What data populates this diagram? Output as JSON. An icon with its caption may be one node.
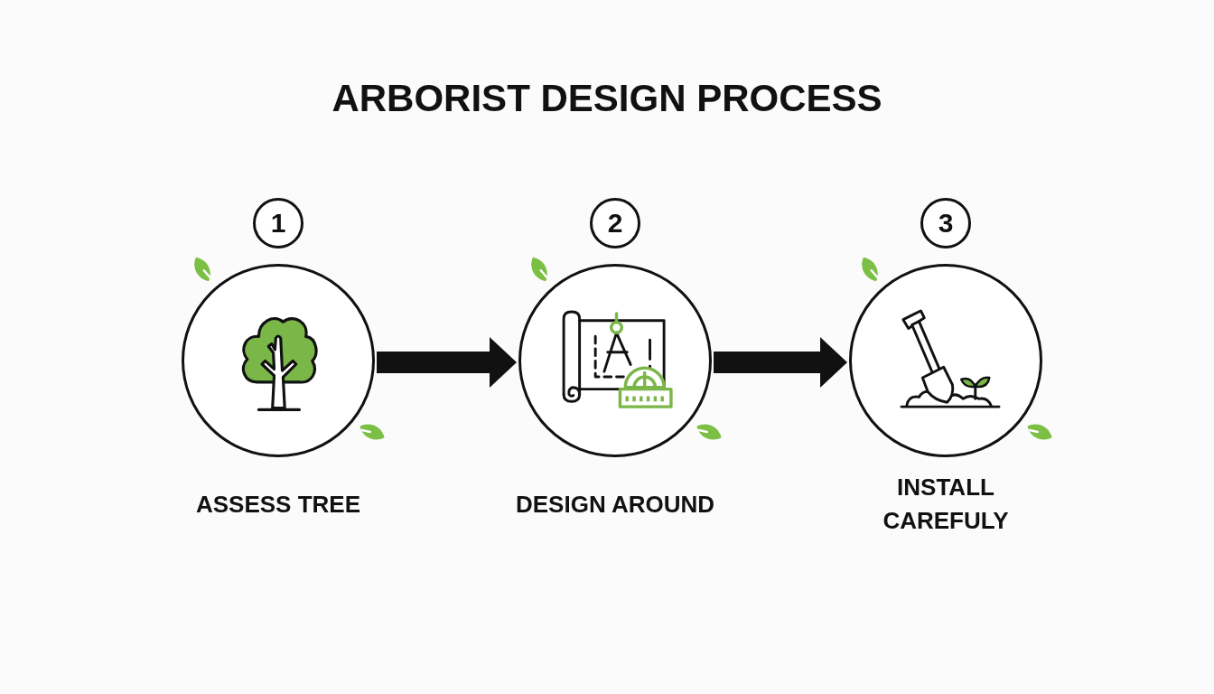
{
  "diagram": {
    "title": "ARBORIST DESIGN PROCESS",
    "nodes": [
      {
        "text": [
          "1"
        ]
      },
      {
        "text": [
          "ASSESS TREE"
        ]
      },
      {
        "text": [
          "2"
        ]
      },
      {
        "text": [
          "DESIGN AROUND"
        ]
      },
      {
        "text": [
          "3"
        ]
      },
      {
        "text": [
          "INSTALL CAREFULY"
        ]
      }
    ],
    "edges": [
      {
        "from": 1,
        "to": 3,
        "arrow": "to"
      },
      {
        "from": 3,
        "to": 5,
        "arrow": "to"
      }
    ]
  }
}
